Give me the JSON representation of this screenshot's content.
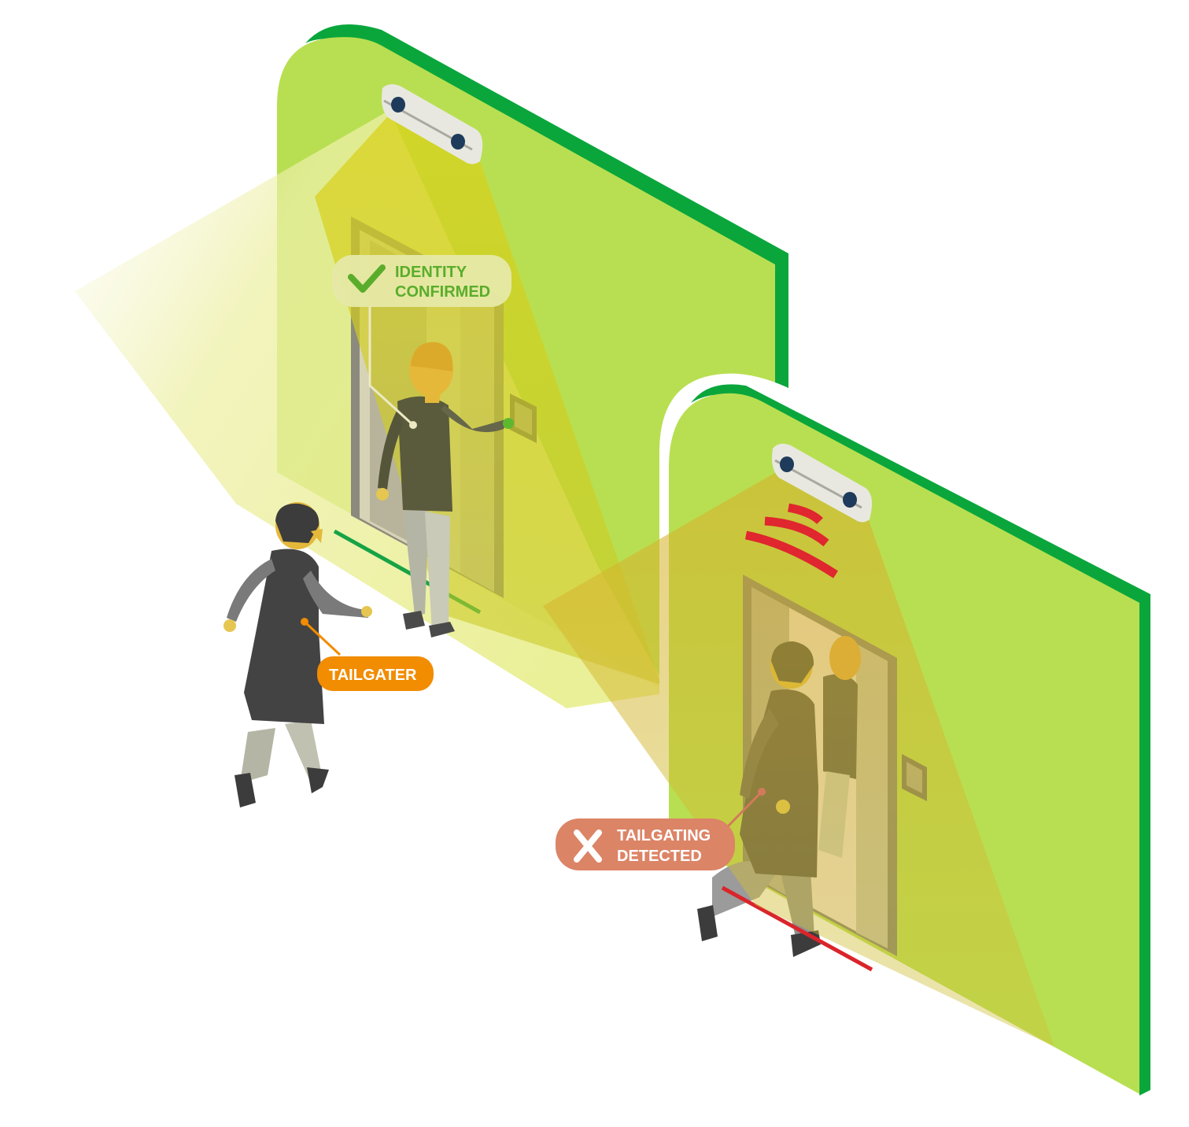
{
  "labels": {
    "identity_line1": "IDENTITY",
    "identity_line2": "CONFIRMED",
    "tailgater": "TAILGATER",
    "tailgating_line1": "TAILGATING",
    "tailgating_line2": "DETECTED"
  },
  "icons": {
    "identity_status": "checkmark-icon",
    "tailgating_status": "x-mark-icon",
    "alarm": "alarm-waves-icon",
    "sensor": "stereo-sensor-icon"
  },
  "colors": {
    "wall_face": "#b8df51",
    "wall_edge": "#0aa63c",
    "confirmed_text": "#5aad2b",
    "confirmed_pill": "#e6e9a7",
    "tailgater_pill": "#f28c00",
    "detected_pill": "#dc8466",
    "alarm_red": "#e0262e",
    "line_green": "#16a346",
    "line_red": "#d9252b"
  }
}
